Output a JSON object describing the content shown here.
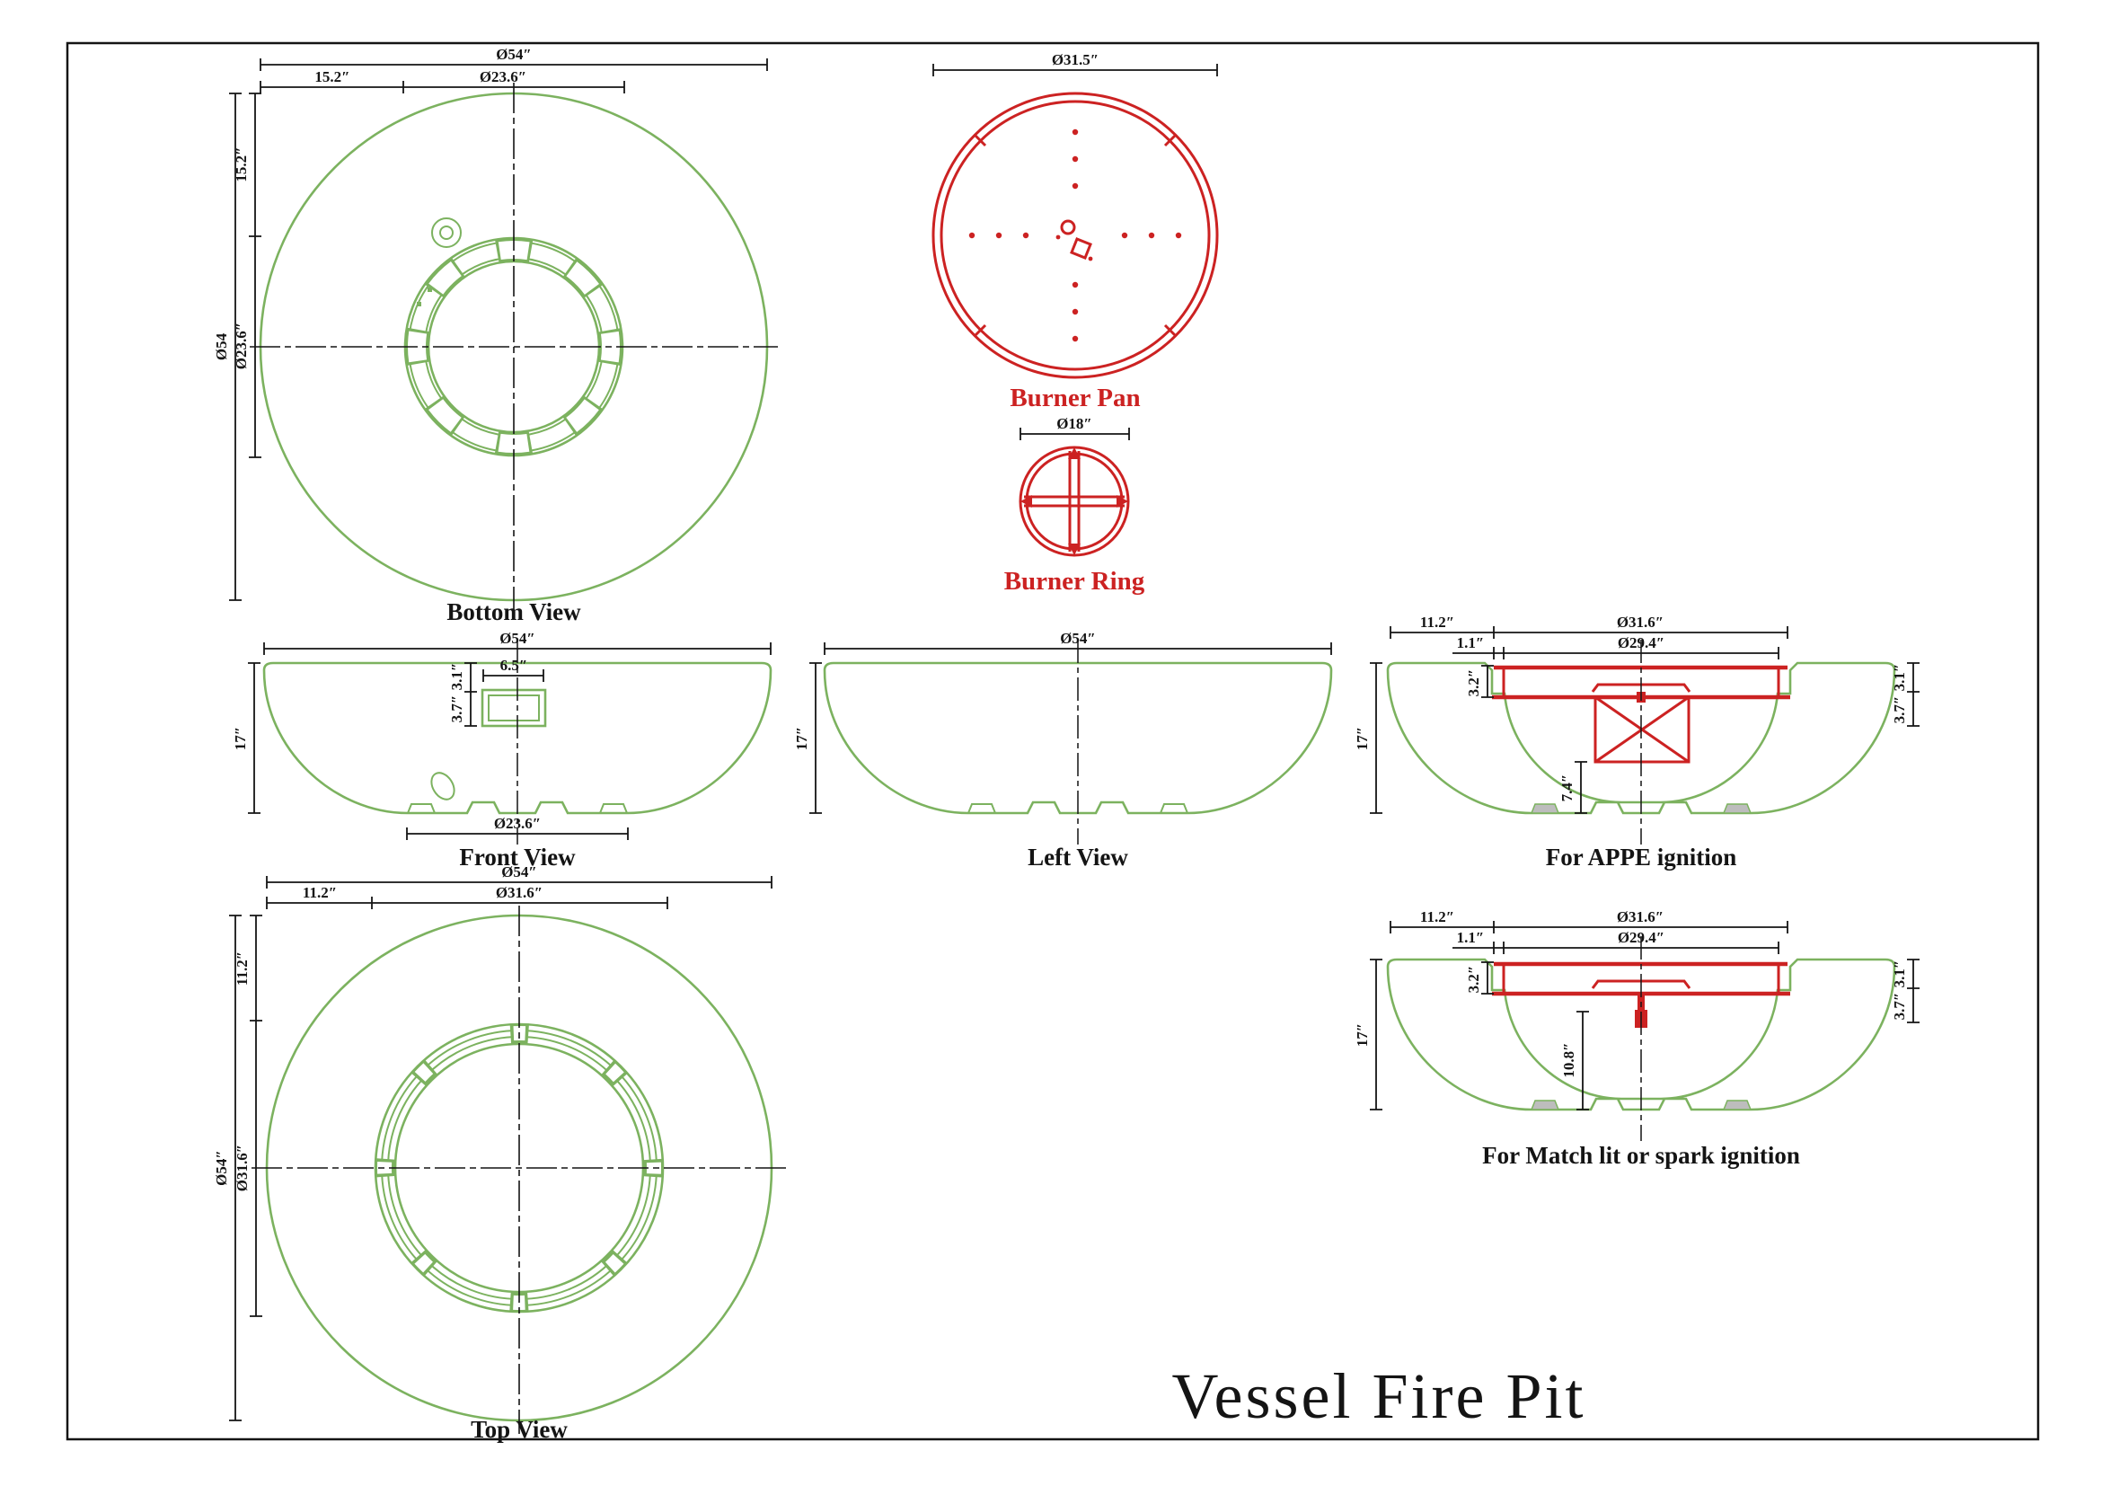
{
  "title": "Vessel Fire Pit",
  "colors": {
    "green": "#7cb25f",
    "red": "#cc2222",
    "ink": "#141414",
    "gray": "#bdbdbd",
    "bg": "#ffffff"
  },
  "views": {
    "bottom": {
      "label": "Bottom View"
    },
    "burner_pan": {
      "label": "Burner Pan"
    },
    "burner_ring": {
      "label": "Burner Ring"
    },
    "front": {
      "label": "Front View"
    },
    "left": {
      "label": "Left View"
    },
    "appe": {
      "label": "For APPE ignition"
    },
    "match": {
      "label": "For Match lit or spark ignition"
    },
    "top": {
      "label": "Top View"
    }
  },
  "dims": {
    "d54": "Ø54″",
    "d54p": "Ø54",
    "d152": "15.2″",
    "d236": "Ø23.6″",
    "d315": "Ø31.5″",
    "d18": "Ø18″",
    "d65": "6.5″",
    "d31": "3.1″",
    "d37": "3.7″",
    "d17": "17″",
    "d112": "11.2″",
    "d316": "Ø31.6″",
    "d294": "Ø29.4″",
    "d11": "1.1″",
    "d32": "3.2″",
    "d74": "7.4″",
    "d108": "10.8″"
  }
}
